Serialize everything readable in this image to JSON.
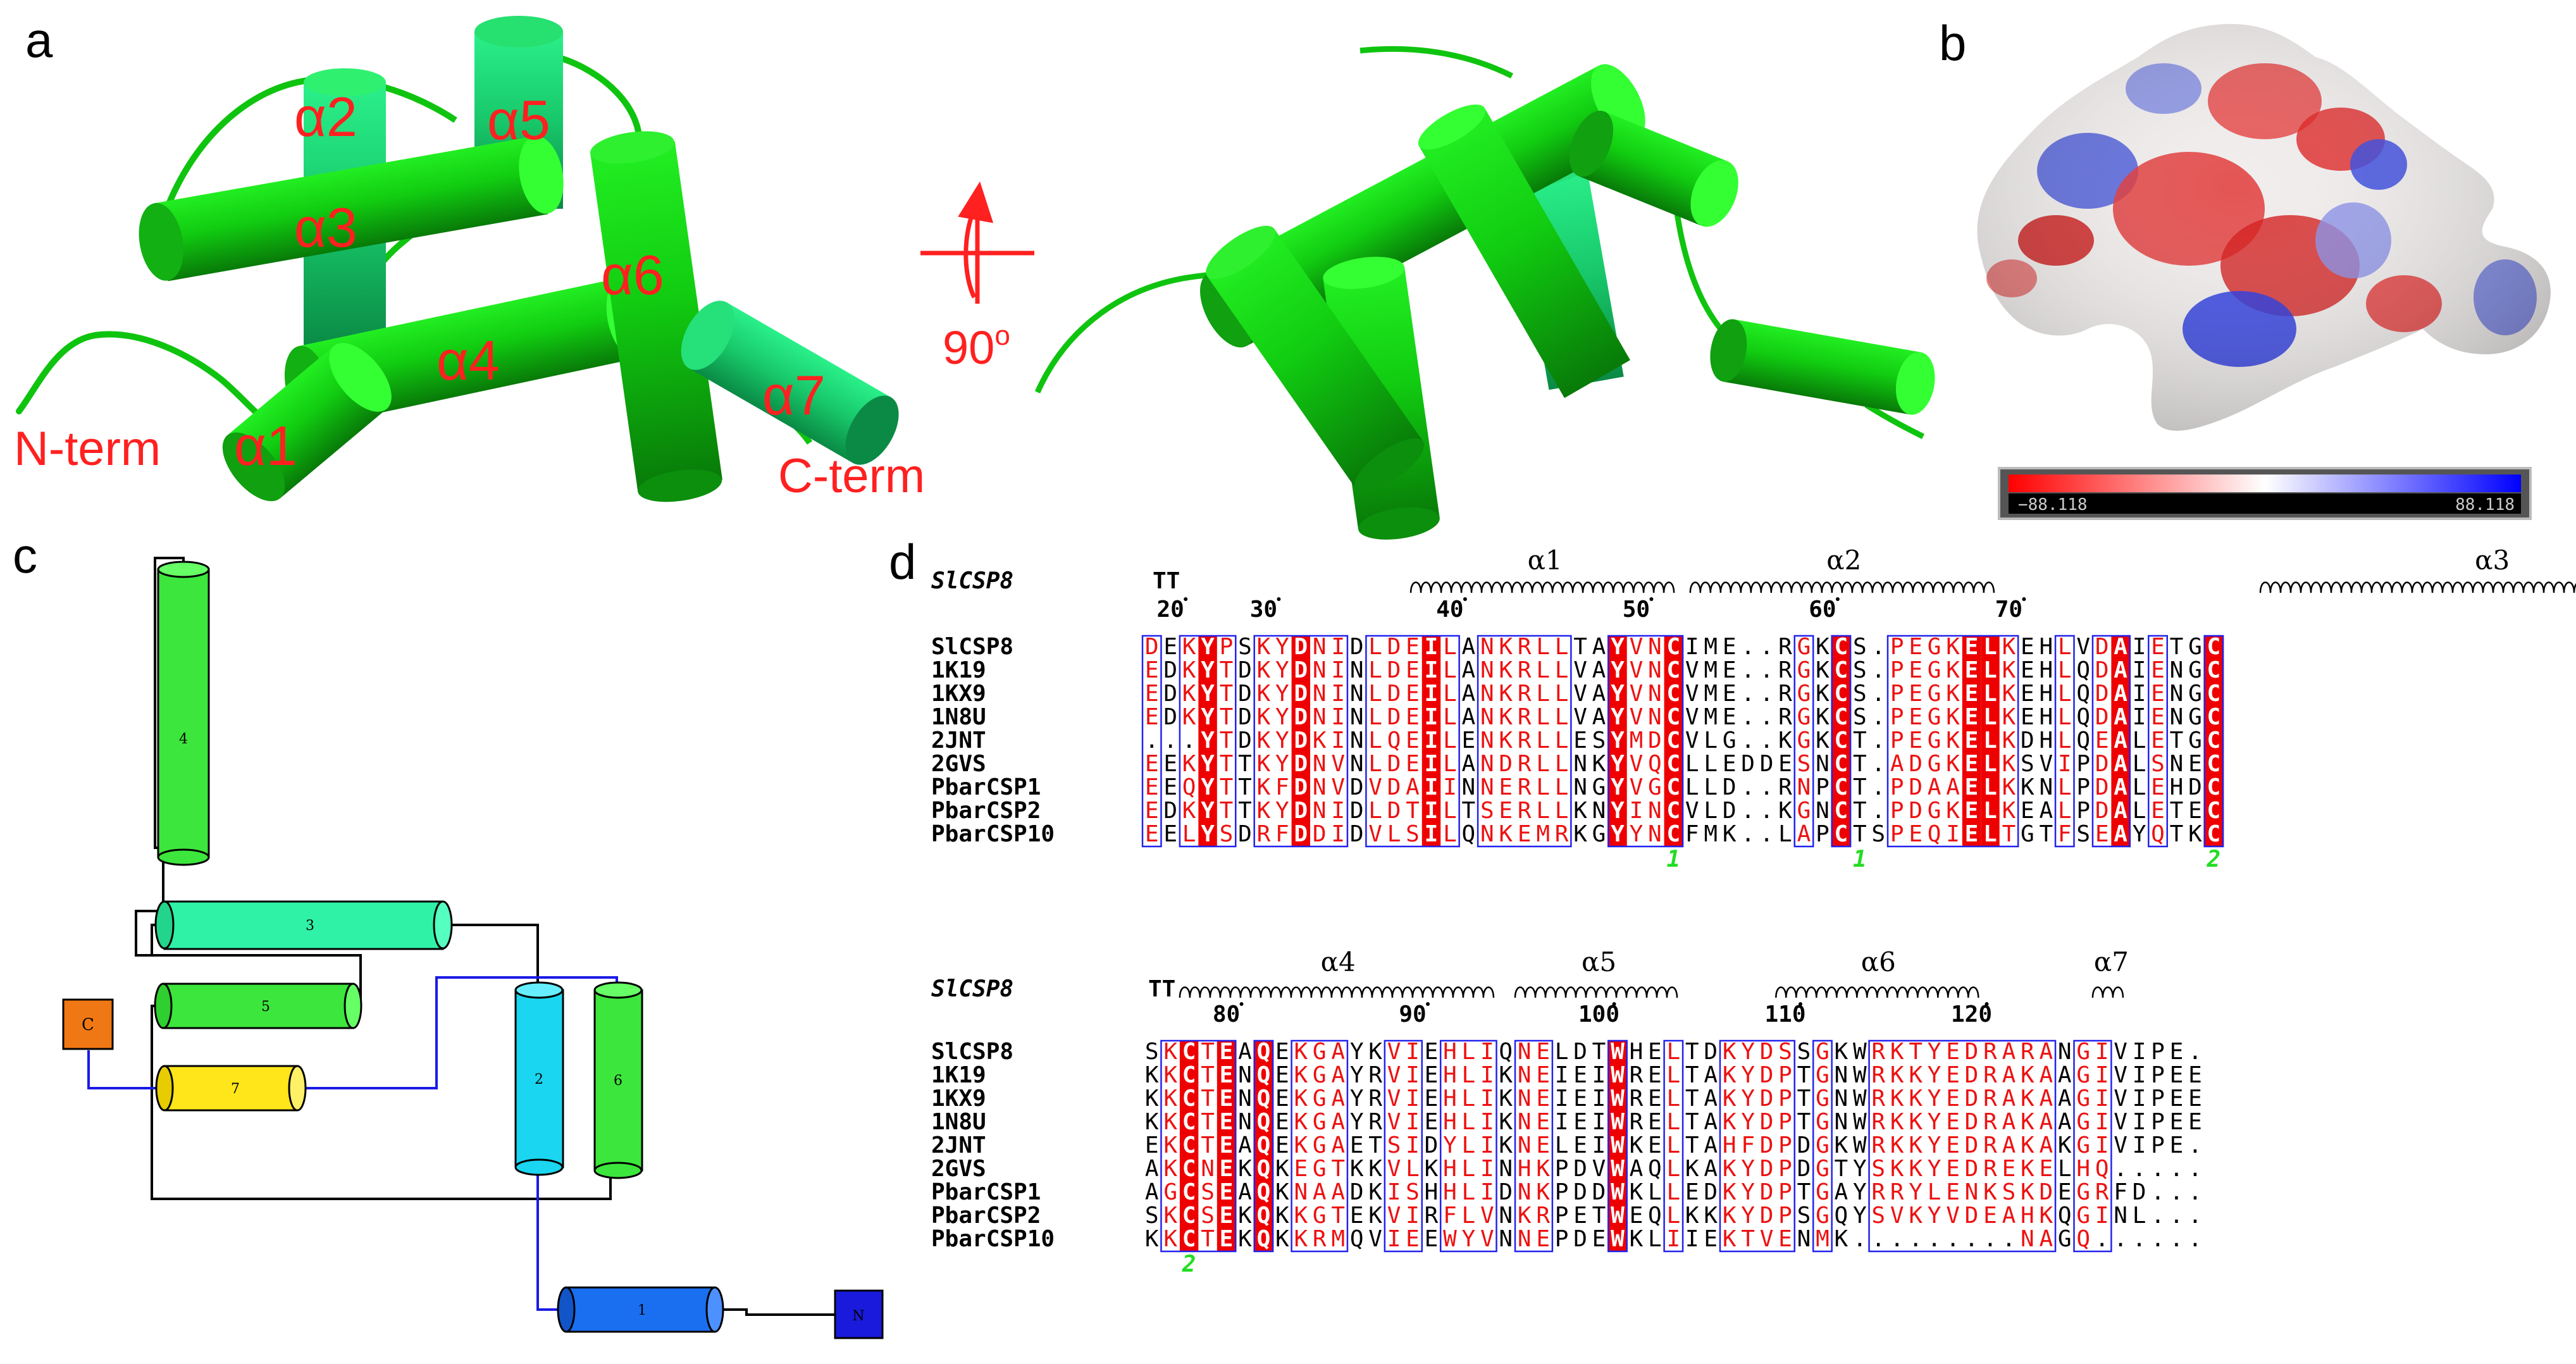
{
  "panels": {
    "a": {
      "letter": "a",
      "helix_labels": [
        "α2",
        "α5",
        "α3",
        "α6",
        "α4",
        "α7",
        "α1"
      ],
      "n_term": "N-term",
      "c_term": "C-term",
      "rotation": "90",
      "degree_symbol": "o"
    },
    "b": {
      "letter": "b",
      "scale_min": "−88.118",
      "scale_max": "88.118"
    },
    "c": {
      "letter": "c",
      "helix_numbers": [
        "1",
        "2",
        "3",
        "4",
        "5",
        "6",
        "7"
      ],
      "n_box": "N",
      "c_box": "C"
    },
    "d": {
      "letter": "d",
      "block1": {
        "reference": "SlCSP8",
        "turn_label": "TT",
        "helix_labels": [
          "α1",
          "α2",
          "α3"
        ],
        "ruler": [
          "20",
          "30",
          "40",
          "50",
          "60",
          "70"
        ],
        "names": [
          "SlCSP8",
          "1K19",
          "1KX9",
          "1N8U",
          "2JNT",
          "2GVS",
          "PbarCSP1",
          "PbarCSP2",
          "PbarCSP10"
        ],
        "sequences": [
          "DEKYPSKYDNIDLDEILANKRLLTAYVNCIME..RGKCS.PEGKELKEHLVDAIETGC",
          "EDKYTDKYDNINLDEILANKRLLVAYVNCVME..RGKCS.PEGKELKEHLQDAIENGC",
          "EDKYTDKYDNINLDEILANKRLLVAYVNCVME..RGKCS.PEGKELKEHLQDAIENGC",
          "EDKYTDKYDNINLDEILANKRLLVAYVNCVME..RGKCS.PEGKELKEHLQDAIENGC",
          "...YTDKYDKINLQEILENKRLLESYMDCVLG..KGKCT.PEGKELKDHLQEALETGC",
          "EEKYTTKYDNVNLDEILANDRLLNKYVQCLLEDDESNCT.ADGKELKSVIPDALSNEC",
          "EEQYTTKFDNVDVDAIINNERLLNGYVGCLLD..RNPCT.PDAAELKKNLPDALEHDC",
          "EDKYTTKYDNIDLDTILTSERLLKNYINCVLD..KGNCT.PDGKELKEALPDALETEC",
          "EELYSDRFDDIDVLSILQNKEMRKGYYNCFMK..LAPCTSPEQIELTGTFSEAYQTKC"
        ],
        "disulfide_numbers": [
          "1",
          "1",
          "2"
        ]
      },
      "block2": {
        "reference": "SlCSP8",
        "turn_label": "TT",
        "helix_labels": [
          "α4",
          "α5",
          "α6",
          "α7"
        ],
        "ruler": [
          "80",
          "90",
          "100",
          "110",
          "120"
        ],
        "names": [
          "SlCSP8",
          "1K19",
          "1KX9",
          "1N8U",
          "2JNT",
          "2GVS",
          "PbarCSP1",
          "PbarCSP2",
          "PbarCSP10"
        ],
        "sequences": [
          "SKCTEAQEKGAYKVIEHLIQNELDTWHELTDKYDSSGKWRKTYEDRARANGIVIPE.",
          "KKCTENQEKGAYRVIEHLIKNEIEIWRELTAKYDPTGNWRKKYEDRAKAAGIVIPEE",
          "KKCTENQEKGAYRVIEHLIKNEIEIWRELTAKYDPTGNWRKKYEDRAKAAGIVIPEE",
          "KKCTENQEKGAYRVIEHLIKNEIEIWRELTAKYDPTGNWRKKYEDRAKAAGIVIPEE",
          "EKCTEAQEKGAETSIDYLIKNELEIWKELTAHFDPDGKWRKKYEDRAKAKGIVIPE.",
          "AKCNEKQKEGTKKVLKHLINHKPDVWAQLKAKYDPDGTYSKKYEDREKELHQ.....",
          "AGCSEAQKNAADKISHHLIDNKPDDWKLLEDKYDPTGAYRRYLENKSKDEGRFD...",
          "SKCSEKQKKGTEKVIRFLVNKRPETWEQLKKKYDPSGQYSVKYVDEAHKQGINL...",
          "KKCTEKQKKRMQVIEEWYVNNEPDEWKLIIEKTVENMK.........NAGQ......"
        ],
        "disulfide_numbers": [
          "2"
        ]
      }
    }
  }
}
